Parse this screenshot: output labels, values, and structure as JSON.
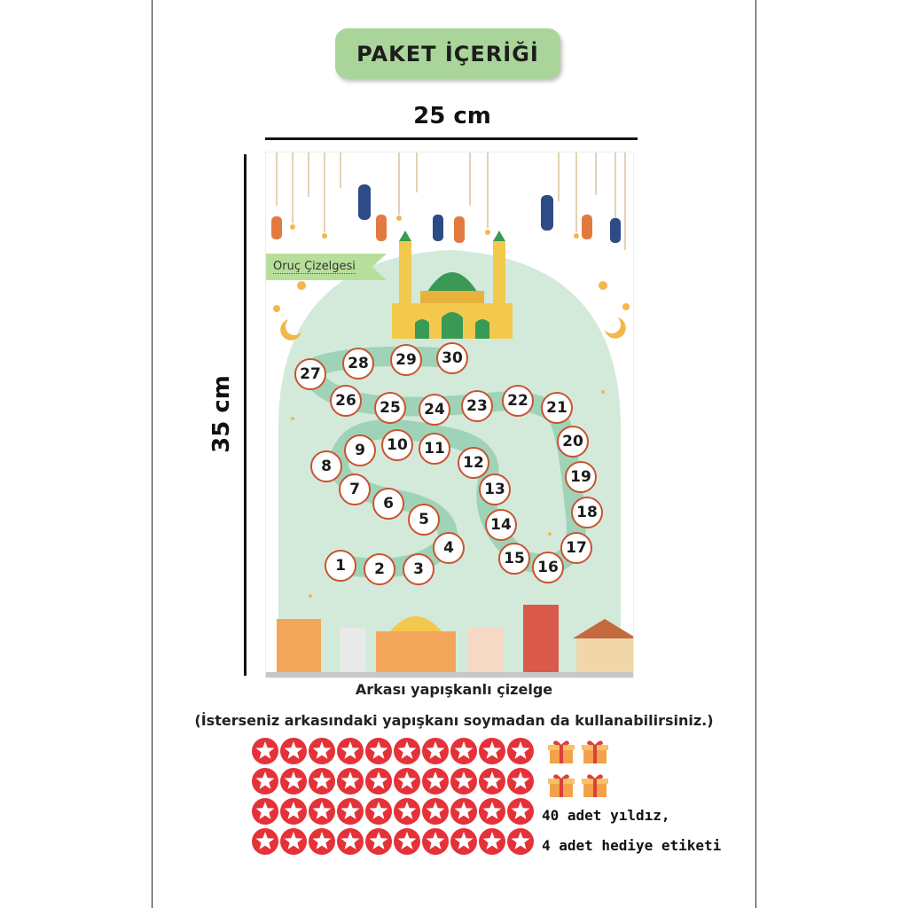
{
  "header": {
    "title": "PAKET İÇERİĞİ"
  },
  "dimensions": {
    "width_label": "25 cm",
    "height_label": "35 cm"
  },
  "poster": {
    "label": "Oruç Çizelgesi",
    "cells": [
      "1",
      "2",
      "3",
      "4",
      "5",
      "6",
      "7",
      "8",
      "9",
      "10",
      "11",
      "12",
      "13",
      "14",
      "15",
      "16",
      "17",
      "18",
      "19",
      "20",
      "21",
      "22",
      "23",
      "24",
      "25",
      "26",
      "27",
      "28",
      "29",
      "30"
    ]
  },
  "captions": {
    "line1": "Arkası yapışkanlı çizelge",
    "line2": "(İsterseniz arkasındaki yapışkanı soymadan da kullanabilirsiniz.)"
  },
  "stickers": {
    "star_count": 40,
    "gift_count": 4,
    "note_line1": "40 adet yıldız,",
    "note_line2": "4 adet hediye etiketi"
  },
  "colors": {
    "pill": "#a9d59a",
    "mint": "#d3eadb",
    "path": "#9fd3b8",
    "cell_border": "#c9532f",
    "sticker_red": "#e53138",
    "gift": "#f3a14a"
  }
}
